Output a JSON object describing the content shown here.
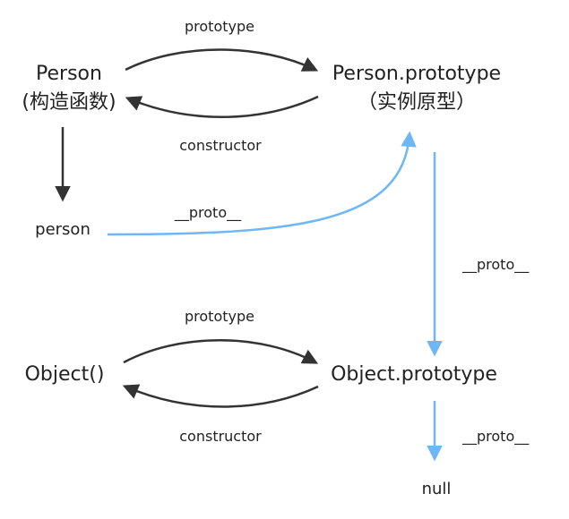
{
  "nodes": {
    "person_ctor": {
      "name": "Person",
      "subtitle": "(构造函数)"
    },
    "person_proto": {
      "name": "Person.prototype",
      "subtitle": "（实例原型）"
    },
    "person_instance": {
      "name": "person"
    },
    "object_ctor": {
      "name": "Object()"
    },
    "object_proto": {
      "name": "Object.prototype"
    },
    "null_node": {
      "name": "null"
    }
  },
  "edges": {
    "prototype_top": "prototype",
    "constructor_top": "constructor",
    "proto_person": "__proto__",
    "proto_person_proto": "__proto__",
    "prototype_bottom": "prototype",
    "constructor_bottom": "constructor",
    "proto_object_proto": "__proto__"
  },
  "colors": {
    "black_arrow": "#333333",
    "blue_arrow": "#6fb6f5",
    "text": "#222222"
  }
}
